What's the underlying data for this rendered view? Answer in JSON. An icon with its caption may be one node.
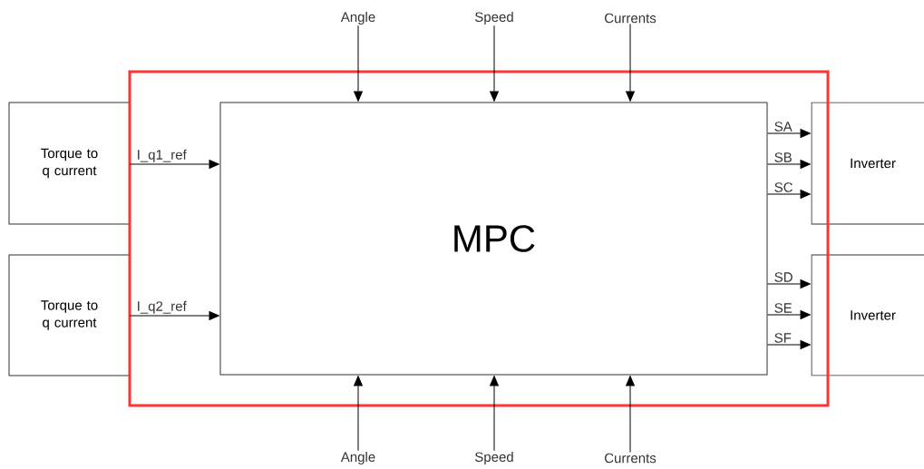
{
  "diagram": {
    "nodes": [
      {
        "text": [],
        "shape": "box"
      },
      {
        "text": [
          "MPC"
        ],
        "in": 0
      },
      {
        "text": [
          "Torque to q current"
        ]
      },
      {
        "text": [
          "Torque to q current"
        ]
      },
      {
        "text": [
          "Inverter"
        ]
      },
      {
        "text": [
          "Inverter"
        ]
      },
      {
        "text": [
          "Angle"
        ]
      },
      {
        "text": [
          "Speed"
        ]
      },
      {
        "text": [
          "Currents"
        ]
      },
      {
        "text": [
          "Angle"
        ]
      },
      {
        "text": [
          "Speed"
        ]
      },
      {
        "text": [
          "Currents"
        ]
      }
    ],
    "edges": [
      {
        "from": 6,
        "to": 1,
        "arrow": "to"
      },
      {
        "from": 7,
        "to": 1,
        "arrow": "to"
      },
      {
        "from": 8,
        "to": 1,
        "arrow": "to"
      },
      {
        "from": 9,
        "to": 1,
        "arrow": "to"
      },
      {
        "from": 10,
        "to": 1,
        "arrow": "to"
      },
      {
        "from": 11,
        "to": 1,
        "arrow": "to"
      },
      {
        "from": 2,
        "to": 1,
        "arrow": "to",
        "label": "I_q1_ref"
      },
      {
        "from": 3,
        "to": 1,
        "arrow": "to",
        "label": "I_q2_ref"
      },
      {
        "from": 1,
        "to": 4,
        "arrow": "to",
        "label": "SA"
      },
      {
        "from": 1,
        "to": 4,
        "arrow": "to",
        "label": "SB"
      },
      {
        "from": 1,
        "to": 4,
        "arrow": "to",
        "label": "SC"
      },
      {
        "from": 1,
        "to": 5,
        "arrow": "to",
        "label": "SD"
      },
      {
        "from": 1,
        "to": 5,
        "arrow": "to",
        "label": "SE"
      },
      {
        "from": 1,
        "to": 5,
        "arrow": "to",
        "label": "SF"
      }
    ]
  }
}
